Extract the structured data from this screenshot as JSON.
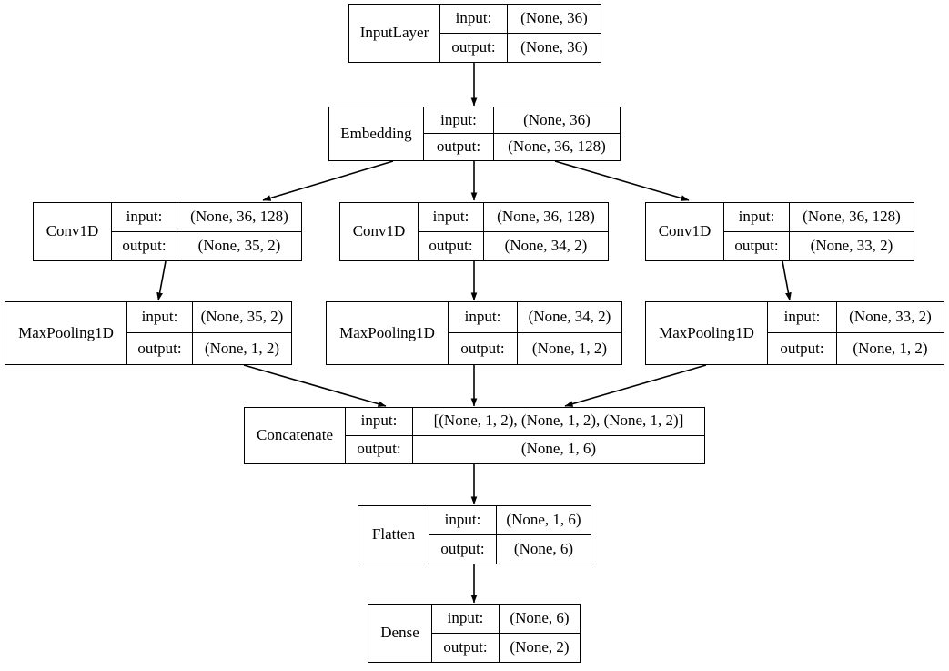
{
  "diagram": {
    "title": "Keras model architecture graph",
    "row_labels": {
      "input": "input:",
      "output": "output:"
    },
    "colors": {
      "stroke": "#000000",
      "background": "#ffffff",
      "text": "#000000"
    },
    "nodes": [
      {
        "id": "input_layer",
        "name": "InputLayer",
        "input": "(None, 36)",
        "output": "(None, 36)"
      },
      {
        "id": "embedding",
        "name": "Embedding",
        "input": "(None, 36)",
        "output": "(None, 36, 128)"
      },
      {
        "id": "conv1d_left",
        "name": "Conv1D",
        "input": "(None, 36, 128)",
        "output": "(None, 35, 2)"
      },
      {
        "id": "conv1d_center",
        "name": "Conv1D",
        "input": "(None, 36, 128)",
        "output": "(None, 34, 2)"
      },
      {
        "id": "conv1d_right",
        "name": "Conv1D",
        "input": "(None, 36, 128)",
        "output": "(None, 33, 2)"
      },
      {
        "id": "maxpool_left",
        "name": "MaxPooling1D",
        "input": "(None, 35, 2)",
        "output": "(None, 1, 2)"
      },
      {
        "id": "maxpool_center",
        "name": "MaxPooling1D",
        "input": "(None, 34, 2)",
        "output": "(None, 1, 2)"
      },
      {
        "id": "maxpool_right",
        "name": "MaxPooling1D",
        "input": "(None, 33, 2)",
        "output": "(None, 1, 2)"
      },
      {
        "id": "concatenate",
        "name": "Concatenate",
        "input": "[(None, 1, 2), (None, 1, 2), (None, 1, 2)]",
        "output": "(None, 1, 6)"
      },
      {
        "id": "flatten",
        "name": "Flatten",
        "input": "(None, 1, 6)",
        "output": "(None, 6)"
      },
      {
        "id": "dense",
        "name": "Dense",
        "input": "(None, 6)",
        "output": "(None, 2)"
      }
    ],
    "edges": [
      {
        "from": "input_layer",
        "to": "embedding"
      },
      {
        "from": "embedding",
        "to": "conv1d_left"
      },
      {
        "from": "embedding",
        "to": "conv1d_center"
      },
      {
        "from": "embedding",
        "to": "conv1d_right"
      },
      {
        "from": "conv1d_left",
        "to": "maxpool_left"
      },
      {
        "from": "conv1d_center",
        "to": "maxpool_center"
      },
      {
        "from": "conv1d_right",
        "to": "maxpool_right"
      },
      {
        "from": "maxpool_left",
        "to": "concatenate"
      },
      {
        "from": "maxpool_center",
        "to": "concatenate"
      },
      {
        "from": "maxpool_right",
        "to": "concatenate"
      },
      {
        "from": "concatenate",
        "to": "flatten"
      },
      {
        "from": "flatten",
        "to": "dense"
      }
    ]
  }
}
